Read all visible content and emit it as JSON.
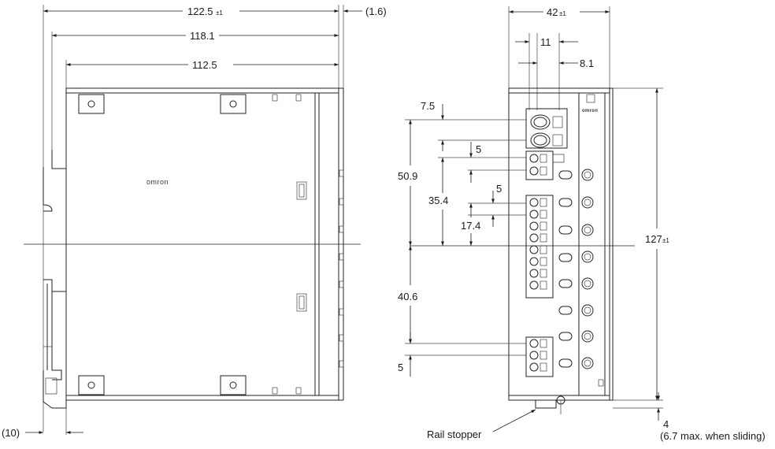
{
  "side_view": {
    "brand": "omron",
    "dimensions": {
      "overall_width": "122.5",
      "overall_width_tolerance": "±1",
      "protrusion": "(1.6)",
      "body_width": "118.1",
      "mount_width": "112.5",
      "rail_offset": "(10)"
    }
  },
  "front_view": {
    "brand": "omron",
    "dimensions": {
      "width": "42",
      "width_tolerance": "±1",
      "terminal_pitch_h": "11",
      "terminal_offset": "8.1",
      "top_offset": "7.5",
      "d_50_9": "50.9",
      "d_5a": "5",
      "d_35_4": "35.4",
      "d_5b": "5",
      "d_17_4": "17.4",
      "d_40_6": "40.6",
      "d_5c": "5",
      "height": "127",
      "height_tolerance": "±1",
      "slide": "4",
      "slide_note": "(6.7 max. when sliding)"
    },
    "callout": "Rail stopper"
  }
}
